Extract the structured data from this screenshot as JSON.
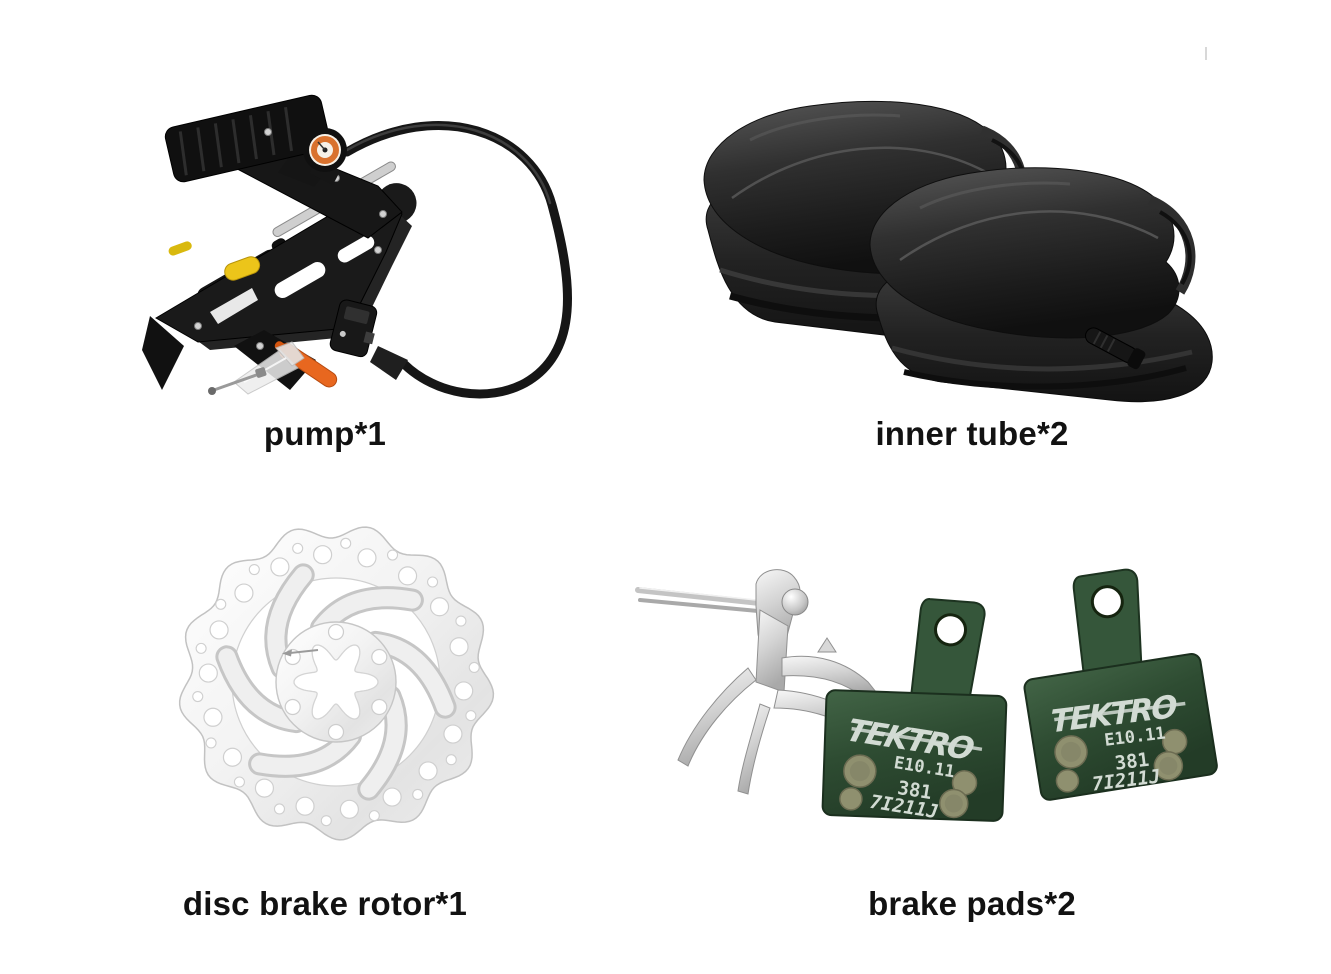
{
  "page": {
    "background": "#ffffff",
    "type": "product-parts-grid"
  },
  "grid": {
    "items": [
      {
        "id": "pump",
        "label": "pump*1",
        "image": "black-foot-pump-with-gauge-and-hose"
      },
      {
        "id": "inner-tube",
        "label": "inner tube*2",
        "image": "two-folded-black-inner-tubes-with-valve"
      },
      {
        "id": "disc-brake-rotor",
        "label": "disc brake rotor*1",
        "image": "wavy-edge-stainless-disc-rotor"
      },
      {
        "id": "brake-pads",
        "label": "brake pads*2",
        "image": "green-tektro-brake-pads-with-spring-clip"
      }
    ]
  },
  "brake_pad_markings": {
    "brand": "TEKTRO",
    "model": "E10.11",
    "code_line1": "381",
    "code_line2": "7I211J"
  },
  "colors": {
    "label_text": "#121212",
    "pad_green": "#2f4d31",
    "pad_print": "#d2dbd3",
    "tube_rubber": "#242424",
    "rotor_silver": "#f1f1f1",
    "pump_black": "#151515",
    "accent_yellow": "#ecc51a",
    "accent_orange": "#e8671f",
    "gauge_orange": "#d9722e",
    "label_blue": "#2b7bc4",
    "metal_silver": "#d6d6d6"
  }
}
